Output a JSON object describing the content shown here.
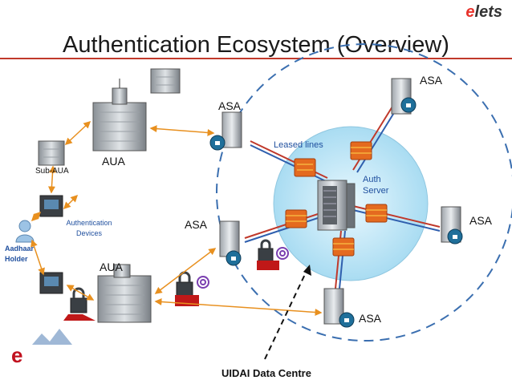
{
  "title": "Authentication Ecosystem (Overview)",
  "brand": {
    "prefix": "e",
    "rest": "lets",
    "accent": "#e8322b"
  },
  "labels": {
    "asa": "ASA",
    "aua": "AUA",
    "sub_aua": "Sub-AUA",
    "leased_lines": "Leased lines",
    "auth_server_line1": "Auth",
    "auth_server_line2": "Server",
    "auth_devices_line1": "Authentication",
    "auth_devices_line2": "Devices",
    "holder_line1": "Aadhaar",
    "holder_line2": "Holder",
    "data_centre": "UIDAI Data Centre"
  },
  "colors": {
    "rule": "#c0392b",
    "circle_fill": "#cdeefa",
    "circle_dash": "#3b6fb0",
    "link_red": "#c0392b",
    "link_blue": "#2f5fae",
    "arrow_orange": "#e8901f"
  },
  "icons": [
    "building-icon",
    "server-icon",
    "lock-icon",
    "firewall-icon",
    "user-icon",
    "terminal-icon",
    "fingerprint-icon"
  ]
}
